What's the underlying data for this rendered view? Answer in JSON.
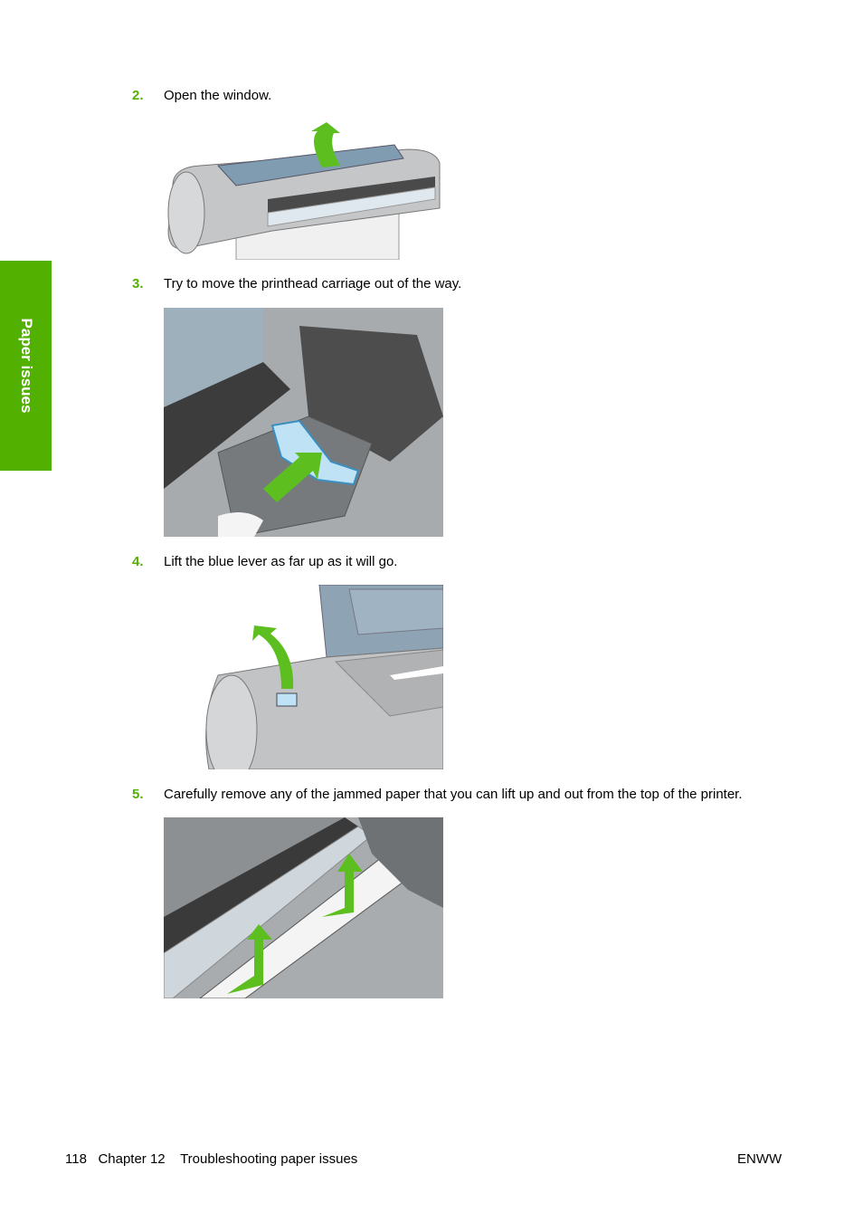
{
  "side_tab": {
    "label": "Paper issues",
    "color": "#52b000"
  },
  "steps": [
    {
      "number": "2.",
      "text": "Open the window.",
      "figure": "printer-window-open-illustration"
    },
    {
      "number": "3.",
      "text": "Try to move the printhead carriage out of the way.",
      "figure": "printhead-carriage-illustration"
    },
    {
      "number": "4.",
      "text": "Lift the blue lever as far up as it will go.",
      "figure": "blue-lever-lift-illustration"
    },
    {
      "number": "5.",
      "text": "Carefully remove any of the jammed paper that you can lift up and out from the top of the printer.",
      "figure": "remove-jammed-paper-illustration"
    }
  ],
  "footer": {
    "page_number": "118",
    "chapter": "Chapter 12",
    "chapter_title": "Troubleshooting paper issues",
    "right": "ENWW"
  },
  "colors": {
    "accent_green": "#52b000",
    "arrow_green": "#5cbf1f",
    "printer_gray": "#b9bcbe",
    "panel_blue": "#7f9cb0"
  }
}
